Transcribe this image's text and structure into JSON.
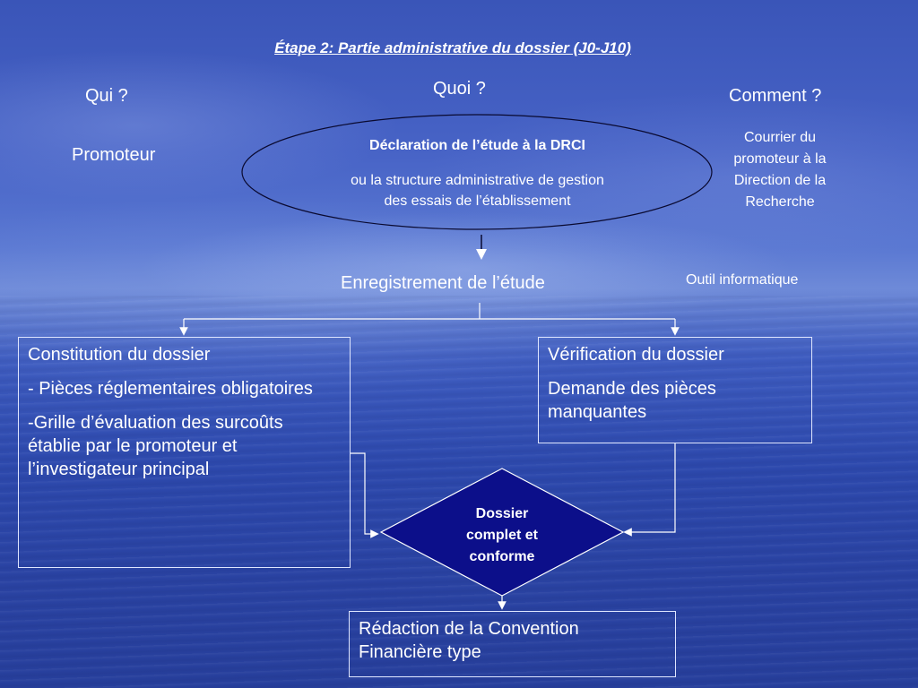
{
  "title": "Étape 2: Partie administrative du dossier  (J0-J10)",
  "columns": {
    "qui": "Qui ?",
    "quoi": "Quoi ?",
    "comment": "Comment ?"
  },
  "qui_answer": "Promoteur",
  "declaration": {
    "title": "Déclaration de l’étude à la DRCI",
    "line1": "ou la structure administrative de gestion",
    "line2": "des essais de l’établissement"
  },
  "comment_answer": [
    "Courrier du",
    "promoteur à la",
    "Direction de la",
    "Recherche"
  ],
  "enregistrement": "Enregistrement de  l’étude",
  "outil": "Outil informatique",
  "constitution": {
    "title": "Constitution du dossier",
    "item1": "- Pièces réglementaires obligatoires",
    "item2": "-Grille d’évaluation des surcoûts établie par le promoteur et l’investigateur principal"
  },
  "verification": {
    "title": "Vérification du dossier",
    "item1": "Demande des pièces manquantes"
  },
  "decision": [
    "Dossier",
    "complet et",
    "conforme"
  ],
  "redaction": "Rédaction de la Convention Financière type",
  "colors": {
    "diamond_fill": "#0c0f8a",
    "lines": "#ffffff",
    "background": "#3a55b8"
  }
}
